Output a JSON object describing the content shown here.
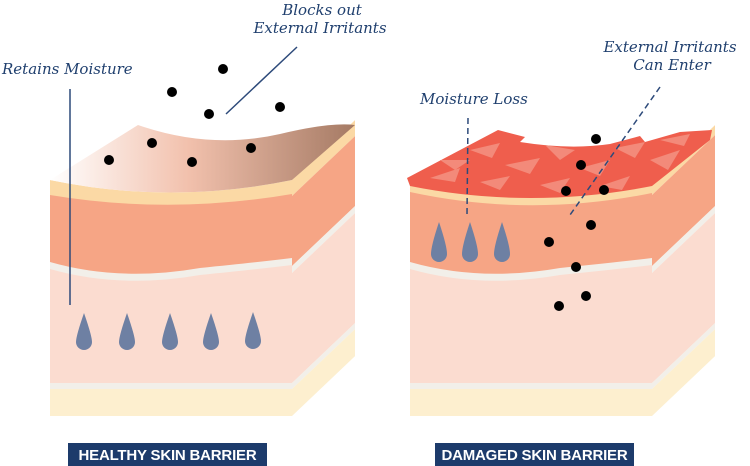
{
  "healthy": {
    "caption": "HEALTHY SKIN BARRIER",
    "annotation_blocks_line1": "Blocks out",
    "annotation_blocks_line2": "External Irritants",
    "annotation_moisture": "Retains Moisture",
    "irritant_count": 8,
    "droplet_count": 5
  },
  "damaged": {
    "caption": "DAMAGED SKIN BARRIER",
    "annotation_moisture": "Moisture Loss",
    "annotation_irritants_line1": "External Irritants",
    "annotation_irritants_line2": "Can Enter",
    "irritant_count": 9,
    "droplet_count": 3
  },
  "colors": {
    "navy": "#1d3b6b",
    "droplet": "#6e80a3",
    "epidermis": "#f6a585",
    "dermis": "#fbdcd0",
    "cream": "#fbd9a5",
    "base": "#fdefcf",
    "damaged_surface": "#ef5e4d"
  }
}
